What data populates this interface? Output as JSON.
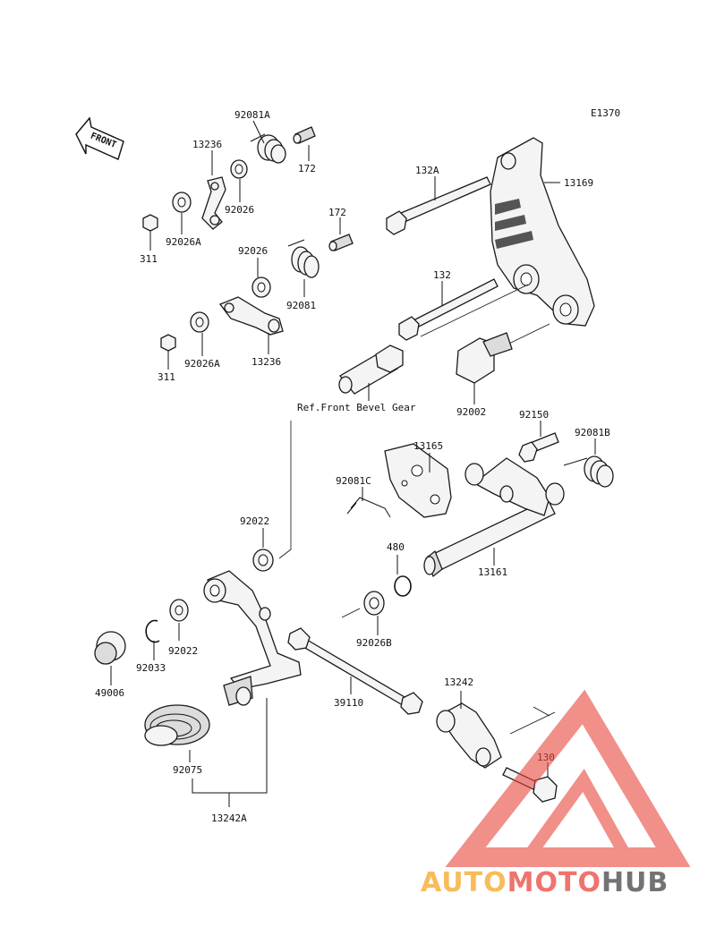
{
  "diagram_code": "E1370",
  "front_label": "FRONT",
  "reference_note": "Ref.Front Bevel Gear",
  "parts": {
    "p92081A": "92081A",
    "p172a": "172",
    "p13236a": "13236",
    "p92026a": "92026",
    "p92026Aa": "92026A",
    "p311a": "311",
    "p172b": "172",
    "p92026b": "92026",
    "p92081": "92081",
    "p311b": "311",
    "p92026Ab": "92026A",
    "p13236b": "13236",
    "p132A": "132A",
    "p13169": "13169",
    "p132": "132",
    "p92002": "92002",
    "p92150": "92150",
    "p92081B": "92081B",
    "p13165": "13165",
    "p92081C": "92081C",
    "p92022a": "92022",
    "p480": "480",
    "p13161": "13161",
    "p92026B": "92026B",
    "p92022b": "92022",
    "p92033": "92033",
    "p49006": "49006",
    "p39110": "39110",
    "p13242": "13242",
    "p130": "130",
    "p92075": "92075",
    "p13242A": "13242A"
  },
  "watermark": {
    "part1": "AUTO",
    "part2": "MOTO",
    "part3": "HUB",
    "color_orange": "#f5a623",
    "color_red": "#e8453c",
    "color_gray": "#5a5a5a"
  }
}
